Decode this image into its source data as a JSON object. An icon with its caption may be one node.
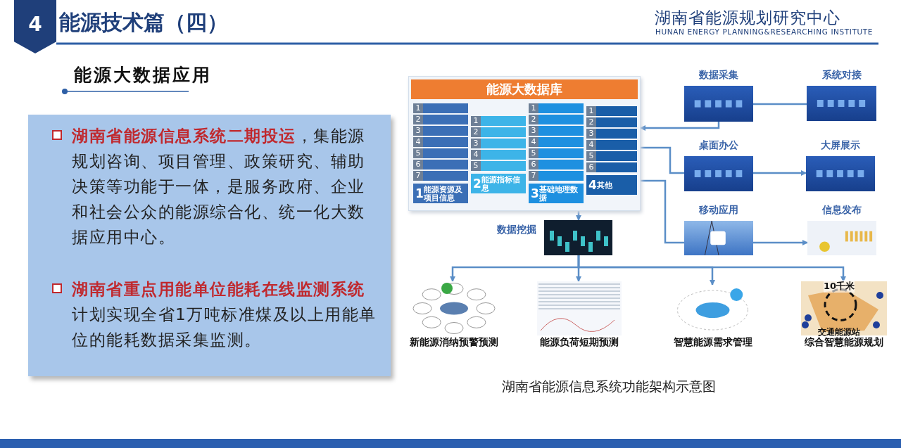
{
  "diagram": {
    "title": "能源技术篇（四）",
    "caption": "湖南省能源信息系统功能架构示意图",
    "nodes": [
      {
        "text": [
          "**湖南省能源信息系统二期投运**，集能源规划咨询、项目管理、政策研究、辅助决策等功能于一体，是服务政府、企业和社会公众的能源综合化、统一化大数据应用中心。",
          "**湖南省重点用能单位能耗在线监测系统**计划实现全省1万吨标准煤及以上用能单位的能耗数据采集监测。"
        ]
      },
      {
        "text": [
          "能源大数据库"
        ]
      },
      {
        "text": [
          "1",
          "能源资源及项目信息"
        ],
        "in": 1
      },
      {
        "text": [
          "2",
          "能源指标信息"
        ],
        "in": 1
      },
      {
        "text": [
          "3",
          "基础地理数据"
        ],
        "in": 1
      },
      {
        "text": [
          "4",
          "其他"
        ],
        "in": 1
      },
      {
        "text": [
          "数据采集"
        ]
      },
      {
        "text": [
          "系统对接"
        ]
      },
      {
        "text": [
          "桌面办公"
        ]
      },
      {
        "text": [
          "大屏展示"
        ]
      },
      {
        "text": [
          "移动应用"
        ]
      },
      {
        "text": [
          "信息发布"
        ]
      },
      {
        "text": [
          "数据挖掘"
        ]
      },
      {
        "text": [
          "新能源消纳预警预测"
        ]
      },
      {
        "text": [
          "能源负荷短期预测"
        ]
      },
      {
        "text": [
          "智慧能源需求管理"
        ]
      },
      {
        "text": [
          "综合智慧能源规划"
        ]
      }
    ],
    "edges": [
      {
        "from": 7,
        "to": 6,
        "arrow": "none"
      },
      {
        "from": 6,
        "to": 1,
        "arrow": "to"
      },
      {
        "from": 1,
        "to": 8,
        "arrow": "none"
      },
      {
        "from": 8,
        "to": 9,
        "arrow": "to"
      },
      {
        "from": 1,
        "to": 10,
        "arrow": "none"
      },
      {
        "from": 10,
        "to": 11,
        "arrow": "to"
      },
      {
        "from": 1,
        "to": 12,
        "arrow": "to"
      },
      {
        "from": 12,
        "to": 13,
        "arrow": "to"
      },
      {
        "from": 12,
        "to": 14,
        "arrow": "to"
      },
      {
        "from": 12,
        "to": 15,
        "arrow": "to"
      },
      {
        "from": 12,
        "to": 16,
        "arrow": "to"
      }
    ],
    "labels": [
      "4",
      "湖南省能源规划研究中心",
      "HUNAN ENERGY PLANNING&RESEARCHING INSTITUTE",
      "能源大数据应用",
      "1",
      "2",
      "3",
      "4",
      "5",
      "6",
      "7",
      "1",
      "2",
      "3",
      "4",
      "5",
      "1",
      "2",
      "3",
      "4",
      "5",
      "6",
      "7",
      "1",
      "2",
      "3",
      "4",
      "5",
      "6",
      "10千米",
      "交通能源站"
    ]
  }
}
